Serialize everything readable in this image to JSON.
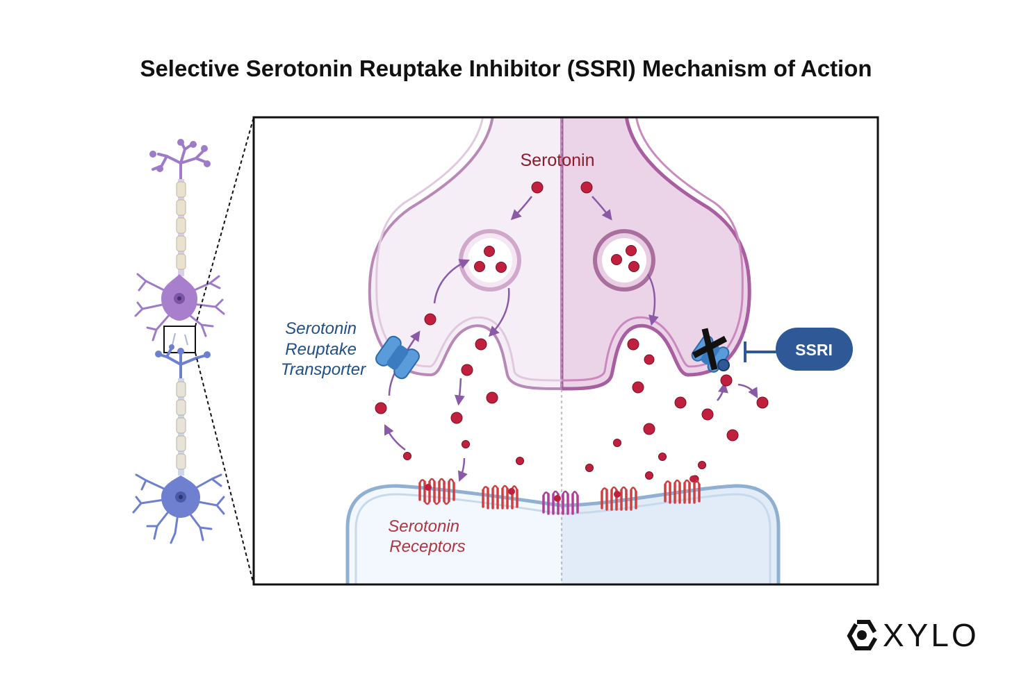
{
  "title": "Selective Serotonin Reuptake Inhibitor (SSRI) Mechanism of Action",
  "labels": {
    "serotonin": "Serotonin",
    "transporter": [
      "Serotonin",
      "Reuptake",
      "Transporter"
    ],
    "receptors": [
      "Serotonin",
      "Receptors"
    ],
    "ssri": "SSRI"
  },
  "brand": {
    "name": "XYLO",
    "icon": "hexagon-logo-icon"
  },
  "colors": {
    "serotonin_molecule": "#c0203e",
    "presynaptic_left_fill": "#f5ecf4",
    "presynaptic_right_fill": "#ecd4e7",
    "presynaptic_outline": "#b889b6",
    "presynaptic_outline_right": "#a85ea0",
    "postsynaptic_fill": "#eef5fb",
    "postsynaptic_right_fill": "#dfeaf6",
    "postsynaptic_outline": "#8fb0d2",
    "receptor": "#cf3f3f",
    "receptor_active": "#b23c98",
    "transporter": "#5a9bd9",
    "ssri_pill": "#2e5996",
    "arrow": "#8a5aa6",
    "neuron_upper": "#9d7bc8",
    "neuron_lower": "#6d7fcf"
  }
}
